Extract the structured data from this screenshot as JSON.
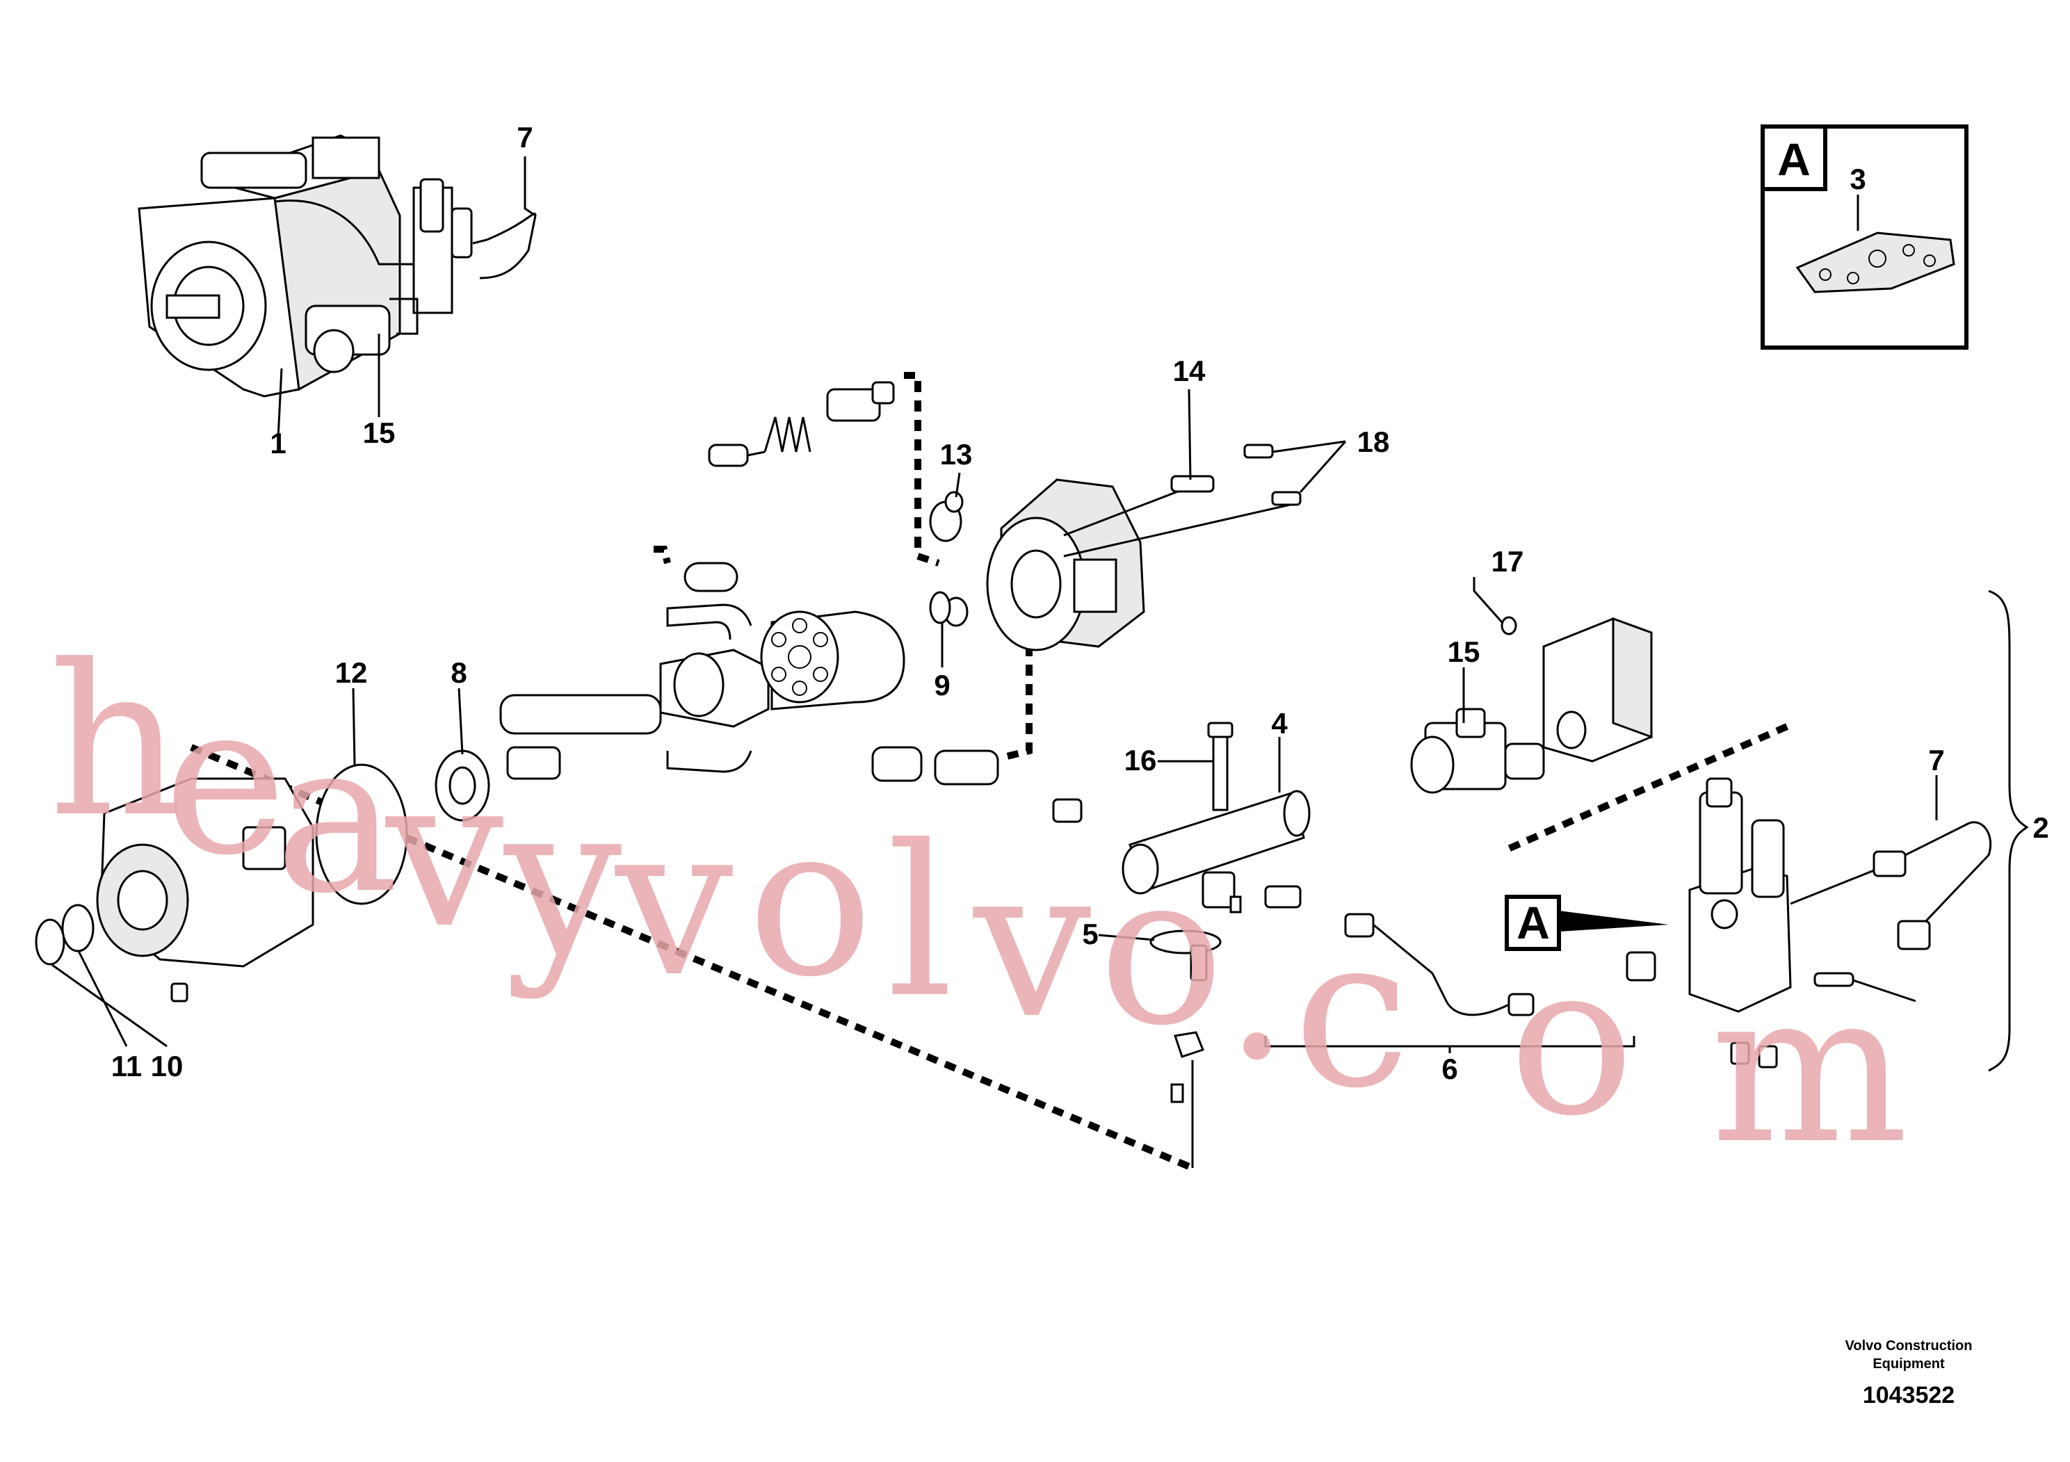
{
  "callouts": {
    "n1": "1",
    "n2": "2",
    "n3": "3",
    "n4": "4",
    "n5": "5",
    "n6": "6",
    "n7a": "7",
    "n7b": "7",
    "n8": "8",
    "n9": "9",
    "n10": "10",
    "n11": "11",
    "n12": "12",
    "n13": "13",
    "n14": "14",
    "n15a": "15",
    "n15b": "15",
    "n16": "16",
    "n17": "17",
    "n18": "18"
  },
  "detail_ref": {
    "inset_letter": "A",
    "pointer_letter": "A"
  },
  "watermark": [
    "h",
    "e",
    "a",
    "v",
    "y",
    "v",
    "o",
    "l",
    "v",
    "o",
    ".",
    "c",
    "o",
    "m"
  ],
  "footer": {
    "line1": "Volvo Construction",
    "line2": "Equipment",
    "doc_id": "1043522"
  }
}
